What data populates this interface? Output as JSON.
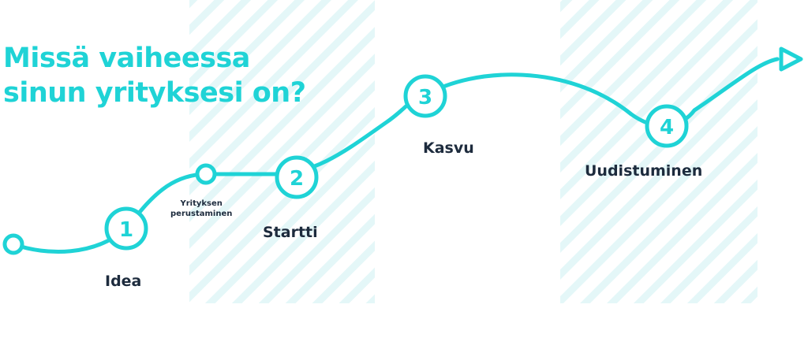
{
  "title": {
    "line1": "Missä vaiheessa",
    "line2": "sinun yrityksesi on?"
  },
  "steps": [
    {
      "number": "1",
      "label": "Idea"
    },
    {
      "number": "2",
      "label": "Startti"
    },
    {
      "number": "3",
      "label": "Kasvu"
    },
    {
      "number": "4",
      "label": "Uudistuminen"
    }
  ],
  "milestone": {
    "line1": "Yrityksen",
    "line2": "perustaminen"
  },
  "colors": {
    "accent": "#1fd3d6",
    "text": "#1d2b3d",
    "hatch": "#e4f7f8"
  }
}
